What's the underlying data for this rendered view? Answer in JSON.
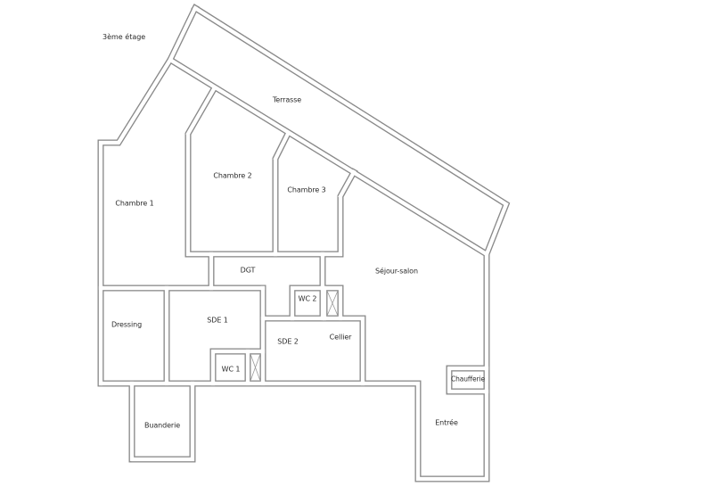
{
  "floor_title": "3ème étage",
  "rooms": {
    "terrasse": "Terrasse",
    "chambre1": "Chambre 1",
    "chambre2": "Chambre 2",
    "chambre3": "Chambre 3",
    "dgt": "DGT",
    "sejour": "Séjour-salon",
    "wc2": "WC 2",
    "dressing": "Dressing",
    "sde1": "SDE 1",
    "sde2": "SDE 2",
    "cellier": "Cellier",
    "wc1": "WC 1",
    "chaufferie": "Chaufferie",
    "buanderie": "Buanderie",
    "entree": "Entrée"
  },
  "colors": {
    "wall_outline": "#8a8a8a",
    "wall_fill": "#d9d9d9",
    "background": "#ffffff",
    "text": "#2b2b2b"
  }
}
